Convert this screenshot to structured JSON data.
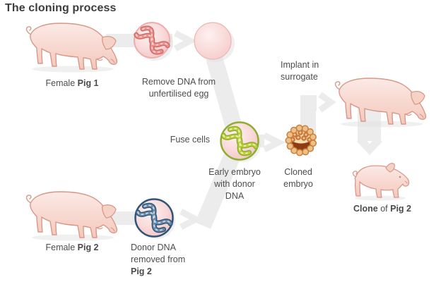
{
  "title": "The cloning process",
  "labels": {
    "pig1": {
      "normal": "Female ",
      "bold": "Pig 1"
    },
    "remove_dna": {
      "line1": "Remove DNA from",
      "line2": "unfertilised egg"
    },
    "implant": {
      "line1": "Implant in",
      "line2": "surrogate"
    },
    "fuse": "Fuse cells",
    "early_embryo": {
      "line1": "Early embryo",
      "line2": "with donor",
      "line3": "DNA"
    },
    "cloned_embryo": {
      "line1": "Cloned",
      "line2": "embryo"
    },
    "pig2": {
      "normal": "Female ",
      "bold": "Pig 2"
    },
    "donor_dna": {
      "line1": "Donor DNA",
      "line2": "removed from",
      "line3_bold": "Pig 2"
    },
    "clone": {
      "bold1": "Clone",
      "normal": " of ",
      "bold2": "Pig 2"
    }
  },
  "colors": {
    "background": "#ffffff",
    "arrow": "#ececec",
    "title_text": "#3d3d3d",
    "label_text": "#4d4d4d",
    "pig_body_light": "#fceae6",
    "pig_body_dark": "#f3c8bc",
    "pig_outline": "#d89888",
    "cell_fill": "#f9dada",
    "pink_cell_border": "#eeadad",
    "dna_pink": "#e8908c",
    "dna_pink_dark": "#d06a66",
    "green_cell_border": "#8fad2e",
    "dna_green": "#bcd03b",
    "blue_cell_border": "#2e5478",
    "dna_blue": "#6a89a6",
    "embryo_base": "#f5dcae",
    "embryo_ring": "#eec089",
    "embryo_ring_outline": "#c8803c",
    "embryo_bowl": "#8d3c14"
  }
}
